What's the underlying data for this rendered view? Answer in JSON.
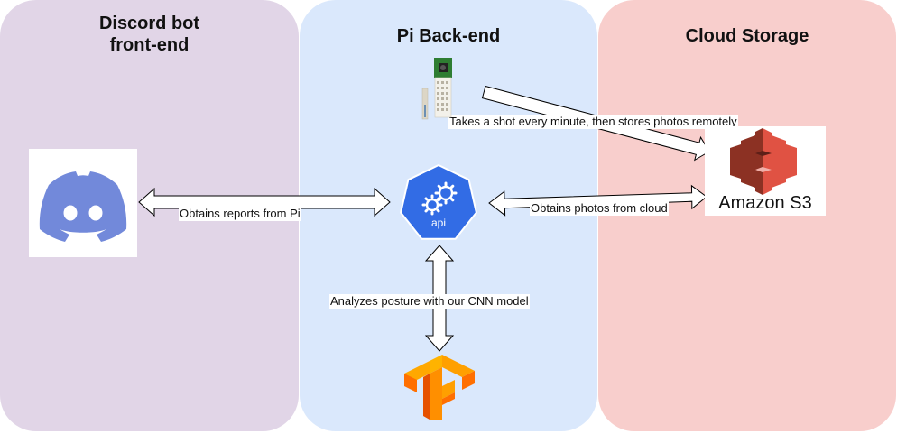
{
  "lanes": {
    "discord": {
      "title_line1": "Discord bot",
      "title_line2": "front-end",
      "color": "#e1d5e7"
    },
    "pi": {
      "title": "Pi Back-end",
      "color": "#dae8fc"
    },
    "cloud": {
      "title": "Cloud Storage",
      "color": "#f8cecc"
    }
  },
  "edges": {
    "pi_to_cloud": "Takes a shot every minute, then stores photos remotely",
    "discord_pi": "Obtains reports from Pi",
    "api_cloud": "Obtains photos from cloud",
    "api_tf": "Analyzes posture with our CNN model"
  },
  "nodes": {
    "api": {
      "label": "api",
      "color": "#326ce5"
    },
    "s3": {
      "label": "Amazon S3",
      "color": "#e05243"
    },
    "discord": {
      "color": "#7289da"
    },
    "tensorflow": {
      "color": "#ff8f00"
    }
  }
}
